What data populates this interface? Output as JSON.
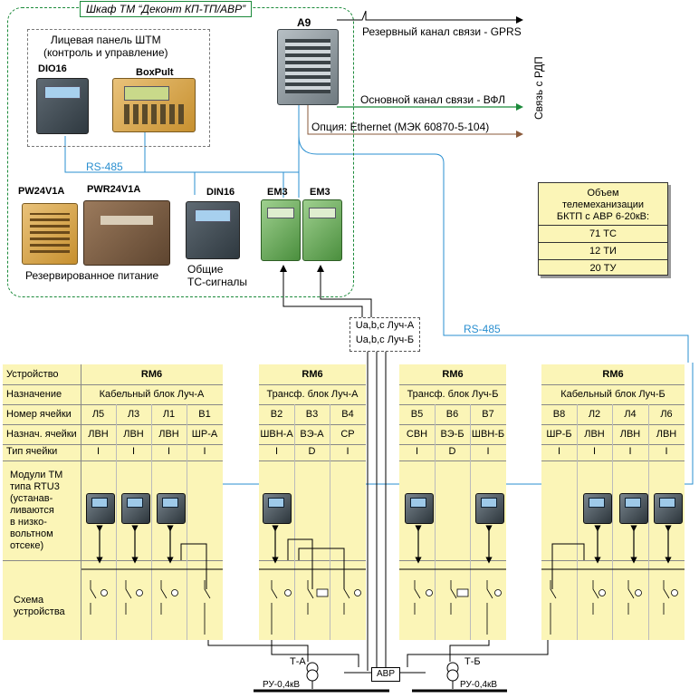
{
  "cabinet_title": "Шкаф ТМ “Деконт КП-ТП/АВР”",
  "face_panel_label": "Лицевая  панель  ШТМ\n(контроль и управление)",
  "devices": {
    "dio16": "DIO16",
    "boxpult": "BoxPult",
    "a9": "A9",
    "pw24v1a": "PW24V1A",
    "pwr24v1a": "PWR24V1A",
    "din16": "DIN16",
    "em3_1": "EM3",
    "em3_2": "EM3"
  },
  "rs485_label": "RS-485",
  "rs485_label_2": "RS-485",
  "reserve_power": "Резервированное питание",
  "common_ts": "Общие\nТС-сигналы",
  "channels": {
    "gprs": "Резервный канал связи - GPRS",
    "vfl": "Основной канал связи - ВФЛ",
    "ethernet": "Опция: Ethernet (МЭК 60870-5-104)",
    "rdp": "Связь  с  РДП"
  },
  "colors": {
    "green_line": "#1b8a3a",
    "blue_line": "#2a8fd0",
    "brown_line": "#8a5a3a",
    "panel_bg": "#fbf5b7"
  },
  "tm_volume": {
    "title": "Объем\nтелемеханизации\nБКТП с АВР 6-20кВ:",
    "rows": [
      "71 ТС",
      "12 ТИ",
      "20 ТУ"
    ]
  },
  "ua_box": "Ua,b,c Луч-А\nUa,b,c Луч-Б",
  "row_labels": {
    "device": "Устройство",
    "purpose": "Назначение",
    "cell_no": "Номер ячейки",
    "cell_purpose": "Назнач. ячейки",
    "cell_type": "Тип ячейки",
    "modules": "Модули ТМ\nтипа RTU3\n(устанав-\nливаются\nв низко-\nвольтном\nотсеке)",
    "scheme": "Схема\nустройства"
  },
  "panels": [
    {
      "device": "RM6",
      "purpose": "Кабельный блок Луч-А",
      "cells": [
        {
          "no": "Л5",
          "purpose": "ЛВН",
          "type": "I"
        },
        {
          "no": "Л3",
          "purpose": "ЛВН",
          "type": "I"
        },
        {
          "no": "Л1",
          "purpose": "ЛВН",
          "type": "I"
        },
        {
          "no": "В1",
          "purpose": "ШР-А",
          "type": "I"
        }
      ]
    },
    {
      "device": "RM6",
      "purpose": "Трансф. блок Луч-А",
      "cells": [
        {
          "no": "В2",
          "purpose": "ШВН-А",
          "type": "I"
        },
        {
          "no": "В3",
          "purpose": "ВЭ-А",
          "type": "D"
        },
        {
          "no": "В4",
          "purpose": "СР",
          "type": "I"
        }
      ]
    },
    {
      "device": "RM6",
      "purpose": "Трансф. блок Луч-Б",
      "cells": [
        {
          "no": "В5",
          "purpose": "СВН",
          "type": "I"
        },
        {
          "no": "В6",
          "purpose": "ВЭ-Б",
          "type": "D"
        },
        {
          "no": "В7",
          "purpose": "ШВН-Б",
          "type": "I"
        }
      ]
    },
    {
      "device": "RM6",
      "purpose": "Кабельный блок Луч-Б",
      "cells": [
        {
          "no": "В8",
          "purpose": "ШР-Б",
          "type": "I"
        },
        {
          "no": "Л2",
          "purpose": "ЛВН",
          "type": "I"
        },
        {
          "no": "Л4",
          "purpose": "ЛВН",
          "type": "I"
        },
        {
          "no": "Л6",
          "purpose": "ЛВН",
          "type": "I"
        }
      ]
    }
  ],
  "transformers": {
    "ta": "Т-А",
    "tb": "Т-Б"
  },
  "avr": "АВР",
  "ru_left": "РУ-0,4кВ",
  "ru_right": "РУ-0,4кВ"
}
